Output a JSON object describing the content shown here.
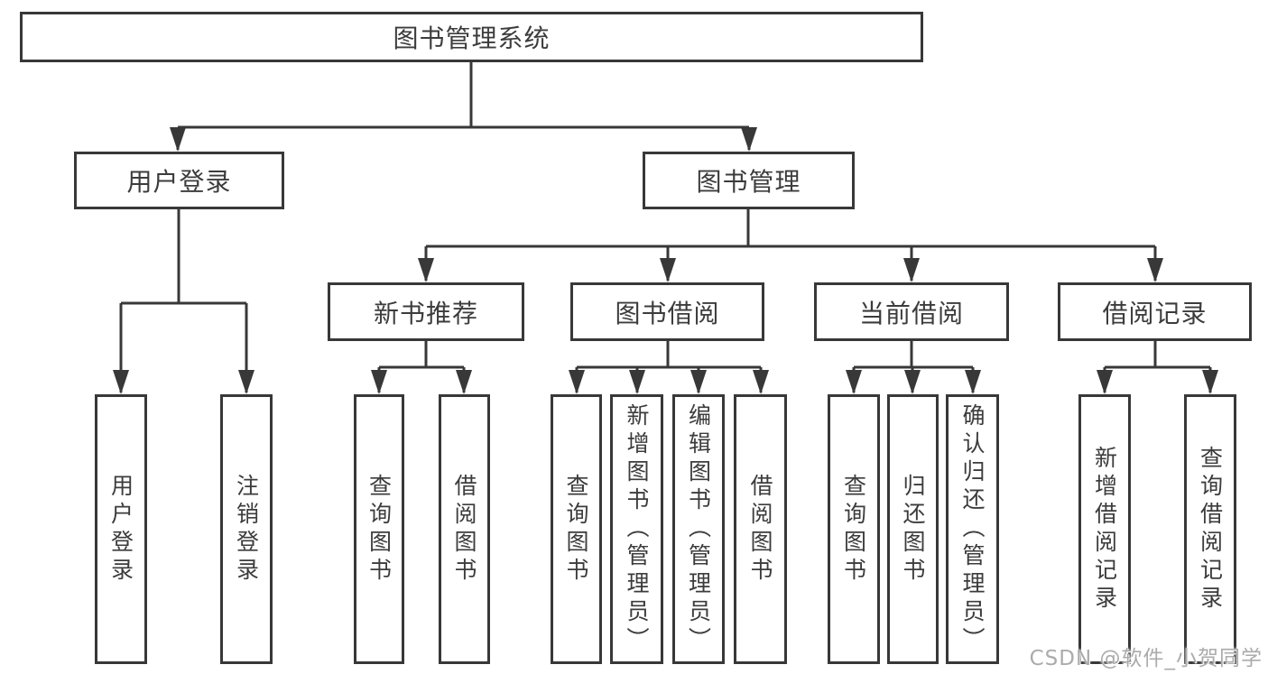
{
  "tree": {
    "label": "图书管理系统",
    "children": [
      {
        "label": "用户登录",
        "children": [
          {
            "label": "用户登录"
          },
          {
            "label": "注销登录"
          }
        ]
      },
      {
        "label": "图书管理",
        "children": [
          {
            "label": "新书推荐",
            "children": [
              {
                "label": "查询图书"
              },
              {
                "label": "借阅图书"
              }
            ]
          },
          {
            "label": "图书借阅",
            "children": [
              {
                "label": "查询图书"
              },
              {
                "label": "新增图书（管理员）"
              },
              {
                "label": "编辑图书（管理员）"
              },
              {
                "label": "借阅图书"
              }
            ]
          },
          {
            "label": "当前借阅",
            "children": [
              {
                "label": "查询图书"
              },
              {
                "label": "归还图书"
              },
              {
                "label": "确认归还（管理员）"
              }
            ]
          },
          {
            "label": "借阅记录",
            "children": [
              {
                "label": "新增借阅记录"
              },
              {
                "label": "查询借阅记录"
              }
            ]
          }
        ]
      }
    ]
  },
  "watermark": {
    "text": "CSDN @软件_小贺同学"
  },
  "colors": {
    "line": "#383838",
    "box_border": "#383838",
    "text": "#3c3c3c",
    "watermark": "#ababab",
    "background": "#ffffff"
  }
}
